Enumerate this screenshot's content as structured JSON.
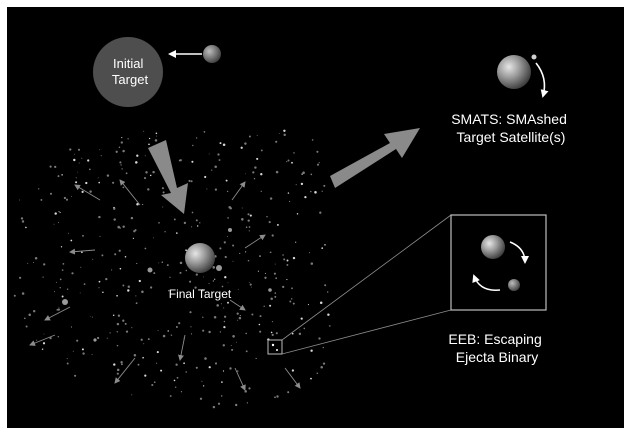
{
  "labels": {
    "initial_target": [
      "Initial",
      "Target"
    ],
    "smats": [
      "SMATS: SMAshed",
      "Target Satellite(s)"
    ],
    "final_target": "Final Target",
    "eeb": [
      "EEB: Escaping",
      "Ejecta Binary"
    ]
  },
  "colors": {
    "background": "#000000",
    "frame": "#ffffff",
    "initial_target_disc": "#4e4e4e",
    "small_moon": "#6a6a6a",
    "big_arrow": "#8a8a8a",
    "inset_border": "#bdbdbd",
    "ejecta": "#9a9a9a"
  }
}
